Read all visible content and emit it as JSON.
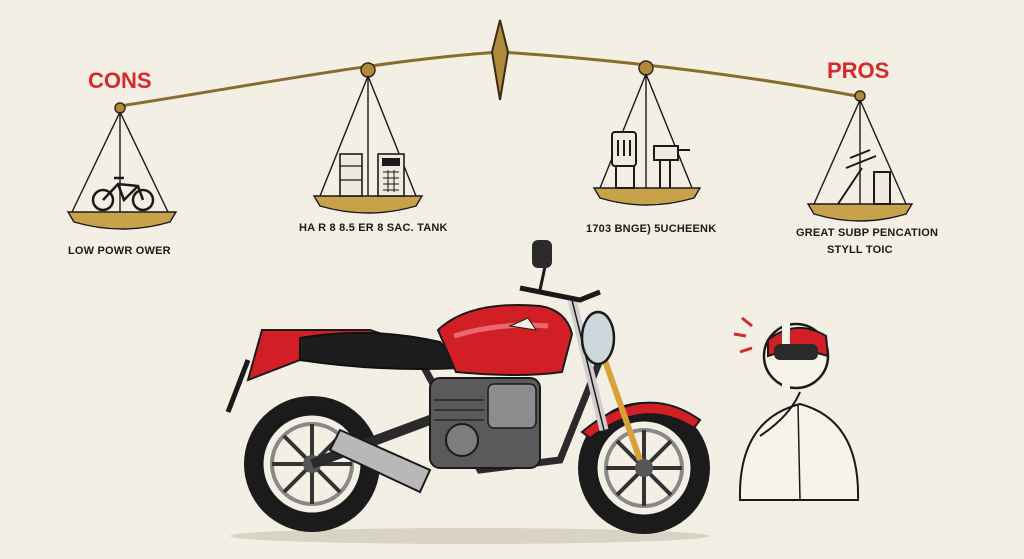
{
  "labels": {
    "cons": "CONS",
    "pros": "PROS",
    "pan1": "LOW POWR OWER",
    "pan2": "HA R 8 8.5 ER 8 SAC. TANK",
    "pan3": "1703 BNGE) 5UCHEENK",
    "pan4_line1": "GREAT SUBP PENCATION",
    "pan4_line2": "STYLL TOIC"
  },
  "colors": {
    "heading": "#d42a2a",
    "beam": "#8a6d2c",
    "pan": "#c8a24a",
    "tank": "#d21f26",
    "ink": "#1a1a1a",
    "background": "#f3efe4"
  },
  "icons": [
    "bicycle-icon",
    "fuel-pump-icon",
    "calculator-icon",
    "tool-icon",
    "pump-icon",
    "bottle-icon"
  ]
}
